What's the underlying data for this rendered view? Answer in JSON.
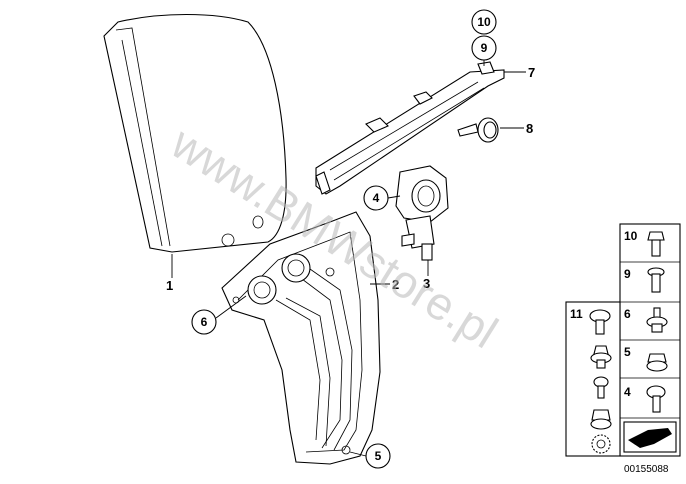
{
  "callouts": {
    "glass": "1",
    "regulator": "2",
    "motor": "3",
    "motor_circle": "4",
    "bottom_circle": "5",
    "left_circle": "6",
    "guide_rail": "7",
    "grommet": "8",
    "top_circle_9": "9",
    "top_circle_10": "10"
  },
  "parts_table": {
    "right_column": [
      "10",
      "9",
      "6",
      "5",
      "4"
    ],
    "left_column": [
      "11"
    ]
  },
  "watermark": "www.BMWstore.pl",
  "diagram_code": "00155088"
}
